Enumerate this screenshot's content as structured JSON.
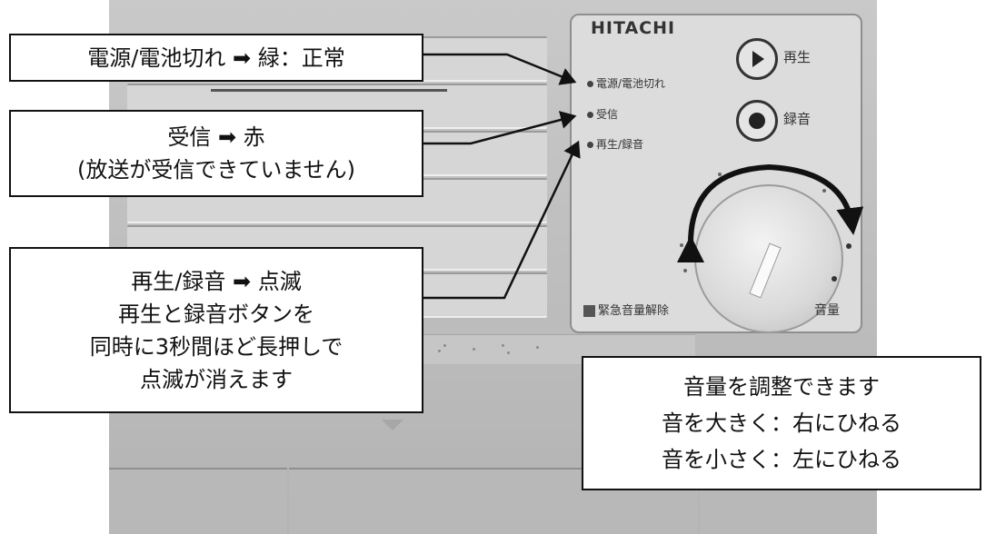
{
  "panel": {
    "brand": "HITACHI",
    "indicators": [
      {
        "label": "電源/電池切れ"
      },
      {
        "label": "受信"
      },
      {
        "label": "再生/録音"
      }
    ],
    "play_label": "再生",
    "record_label": "録音",
    "emergency_label": "緊急音量解除",
    "volume_label": "音量"
  },
  "callouts": {
    "power": {
      "lines": [
        "電源/電池切れ ➡ 緑：正常"
      ]
    },
    "receive": {
      "lines": [
        "受信 ➡ 赤",
        "(放送が受信できていません)"
      ]
    },
    "playrec": {
      "lines": [
        "再生/録音 ➡ 点滅",
        "再生と録音ボタンを",
        "同時に3秒間ほど長押しで",
        "点滅が消えます"
      ]
    },
    "volume": {
      "lines": [
        "音量を調整できます",
        "音を大きく：右にひねる",
        "音を小さく：左にひねる"
      ]
    }
  },
  "icons": {
    "play": "play-triangle-icon",
    "record": "record-dot-icon",
    "volume_arrow": "curved-double-arrow-icon"
  }
}
